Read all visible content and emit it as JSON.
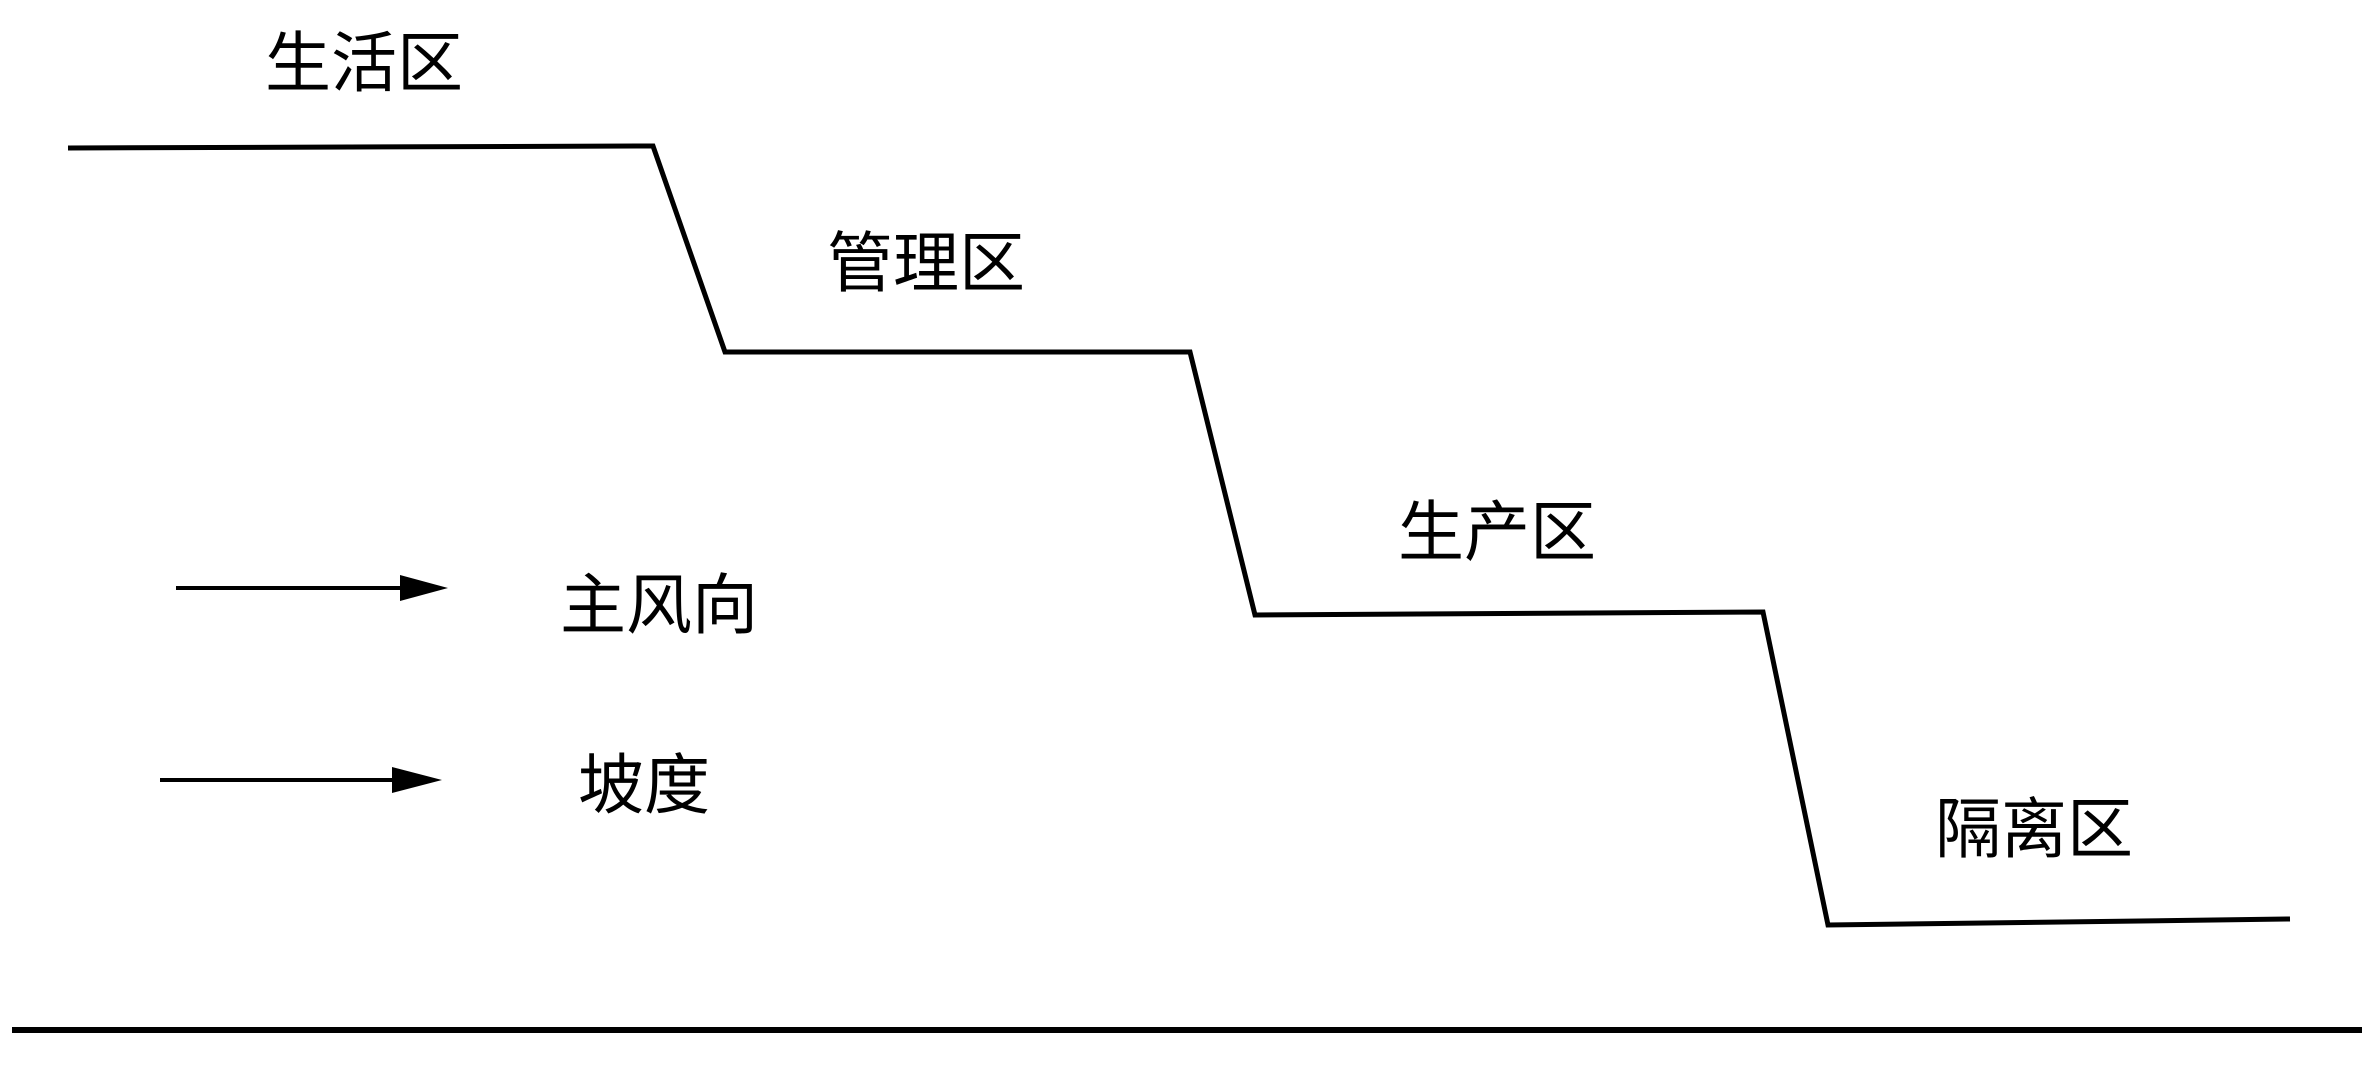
{
  "zones": [
    {
      "label": "生活区"
    },
    {
      "label": "管理区"
    },
    {
      "label": "生产区"
    },
    {
      "label": "隔离区"
    }
  ],
  "legend": [
    {
      "label": "主风向",
      "icon": "arrow-right-icon"
    },
    {
      "label": "坡度",
      "icon": "arrow-right-icon"
    }
  ],
  "colors": {
    "line": "#000000",
    "background": "#ffffff"
  }
}
